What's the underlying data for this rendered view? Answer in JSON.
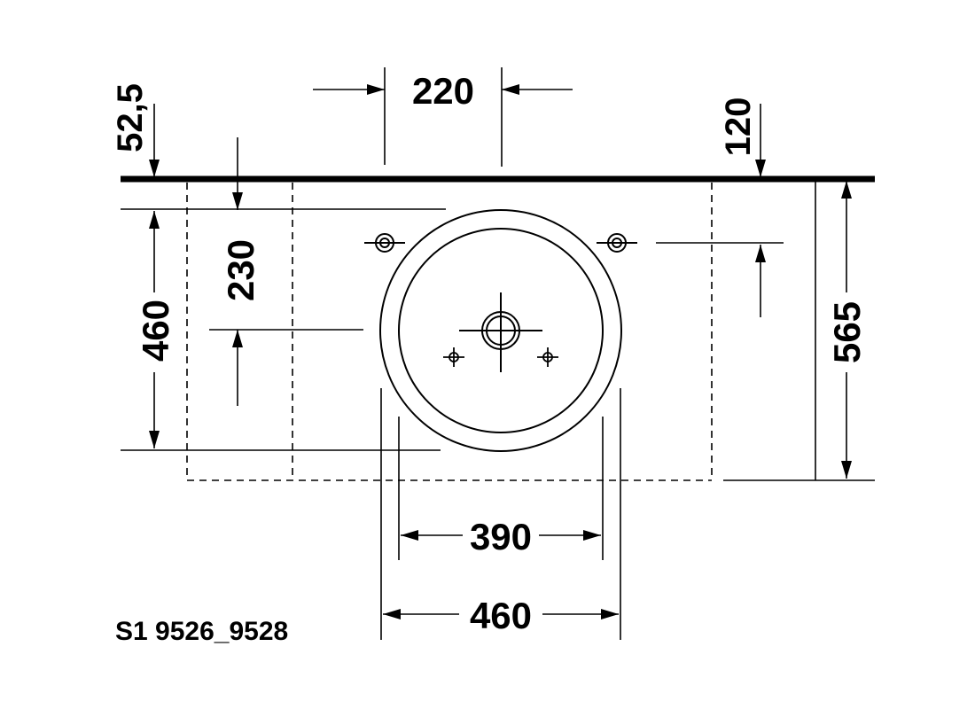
{
  "drawing": {
    "code": "S1 9526_9528",
    "line_color": "#000000",
    "background": "#ffffff"
  },
  "dimensions": {
    "top_width": "220",
    "left_offset": "52,5",
    "right_offset": "120",
    "tap_distance": "230",
    "basin_depth": "460",
    "total_depth": "565",
    "inner_diameter": "390",
    "outer_diameter": "460"
  }
}
